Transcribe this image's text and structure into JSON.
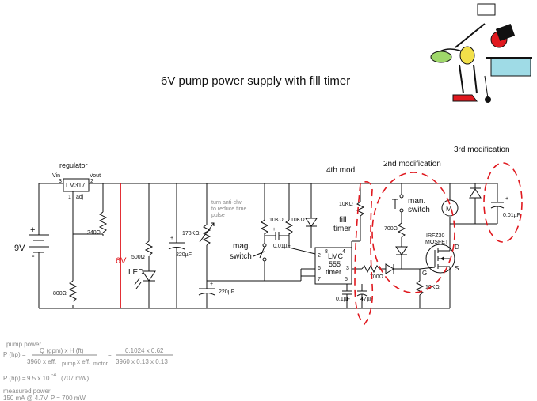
{
  "title": "6V pump power supply with fill timer",
  "mods": {
    "m2": "2nd modification",
    "m3": "3rd modification",
    "m4": "4th mod."
  },
  "regulator": {
    "label": "regulator",
    "chip": "LM317",
    "vin": "Vin",
    "vout": "Vout",
    "adj": "adj",
    "pin3": "3",
    "pin2": "2",
    "pin1": "1"
  },
  "battery": {
    "voltage": "9V",
    "plus": "+",
    "minus": "-"
  },
  "rail": {
    "label": "6V"
  },
  "parts": {
    "r240": "240Ω",
    "r800": "800Ω",
    "r500": "500Ω",
    "led": "LED",
    "c220a": "220µF",
    "c220a_plus": "+",
    "r178k": "178KΩ",
    "pot_note": [
      "turn anti-clw",
      "to reduce time",
      "pulse"
    ],
    "c220b": "220µF",
    "c220b_plus": "+",
    "mag_switch": [
      "mag.",
      "switch"
    ],
    "r10k_a": "10KΩ",
    "r10k_b": "10KΩ",
    "c001a": "0.01µF",
    "c001a_plus": "+",
    "timer_chip": [
      "LMC",
      "555",
      "timer"
    ],
    "pins": {
      "p2": "2",
      "p8": "8",
      "p4": "4",
      "p6": "6",
      "p3": "3",
      "p7": "7",
      "p5": "5"
    },
    "r10k_c": "10KΩ",
    "fill_timer": [
      "fill",
      "timer"
    ],
    "c01uf": "0.1µF",
    "c47uf": "47µF",
    "r700a": "700Ω",
    "man_switch": [
      "man.",
      "switch"
    ],
    "r700b": "700Ω",
    "mosfet": [
      "IRFZ30",
      "MOSFET"
    ],
    "d": "D",
    "g": "G",
    "s": "S",
    "r10k_d": "10KΩ",
    "motor": "M",
    "c001b": "0.01µF",
    "c001b_plus": "+"
  },
  "calc": {
    "title": "pump power",
    "p_lhs": "P (hp) =",
    "num": "Q (gpm) x H (ft)",
    "den_a": "3960 x eff.",
    "den_pump": "pump",
    "den_b": "x eff.",
    "den_motor": "motor",
    "eq": "=",
    "num2": "0.1024 x 0.62",
    "den2": "3960 x 0.13 x 0.13",
    "result_lhs": "P (hp) =",
    "result_base": "9.5 x 10",
    "result_exp": "-4",
    "result_mw": "(707 mW)",
    "measured_title": "measured power",
    "measured": "150 mA @ 4.7V,     P = 700 mW"
  },
  "colors": {
    "wire": "#111111",
    "accent": "#e0191f",
    "note": "#888888"
  }
}
